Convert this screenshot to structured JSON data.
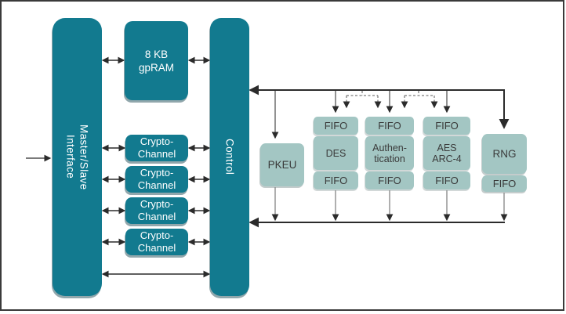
{
  "blocks": {
    "master_slave": {
      "label": "Master/Slave\nInterface"
    },
    "gpram": {
      "label": "8 KB\ngpRAM"
    },
    "control": {
      "label": "Control"
    },
    "pkeu": {
      "label": "PKEU"
    },
    "rng": {
      "label": "RNG",
      "fifo": "FIFO"
    }
  },
  "channels": [
    {
      "label": "Crypto-\nChannel"
    },
    {
      "label": "Crypto-\nChannel"
    },
    {
      "label": "Crypto-\nChannel"
    },
    {
      "label": "Crypto-\nChannel"
    }
  ],
  "engines": [
    {
      "input_fifo": "FIFO",
      "label": "DES",
      "output_fifo": "FIFO"
    },
    {
      "input_fifo": "FIFO",
      "label": "Authen-\ntication",
      "output_fifo": "FIFO"
    },
    {
      "input_fifo": "FIFO",
      "label": "AES\nARC-4",
      "output_fifo": "FIFO"
    }
  ],
  "colors": {
    "block_dark_teal": "#127A8F",
    "block_light_teal": "#A3C6C3",
    "wire": "#2B2B2B",
    "frame_border": "#3A3A3A",
    "text_on_dark": "#FFFFFF",
    "text_on_light": "#3A3A3A",
    "background": "#FFFFFF"
  }
}
